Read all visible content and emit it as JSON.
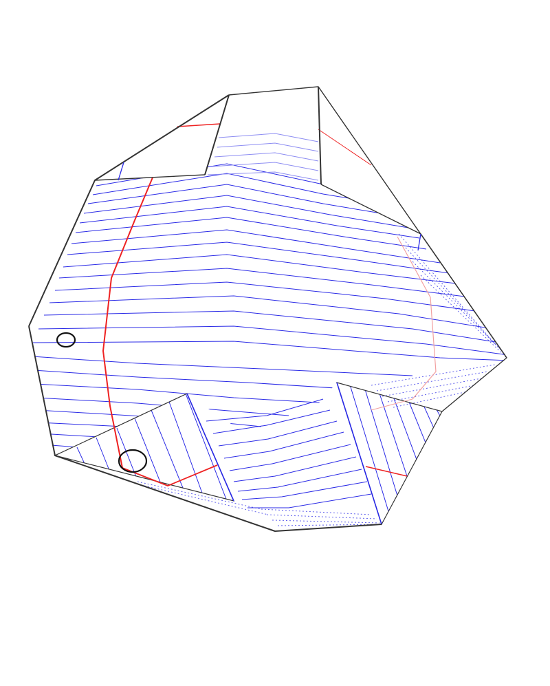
{
  "diagram": {
    "kind": "3d-surface-line-drawing",
    "colors": {
      "background": "#ffffff",
      "outline": "#333333",
      "hatch": "#2a2ae6",
      "hatch_faint": "#8c8cf2",
      "section_line": "#ee2222",
      "section_faint": "#f2a0a0"
    },
    "parts": [
      "outer-outline",
      "top-face",
      "right-face",
      "lower-left-face",
      "lower-right-face",
      "left-hole",
      "lower-hole",
      "main-hatching",
      "section-curve"
    ]
  }
}
